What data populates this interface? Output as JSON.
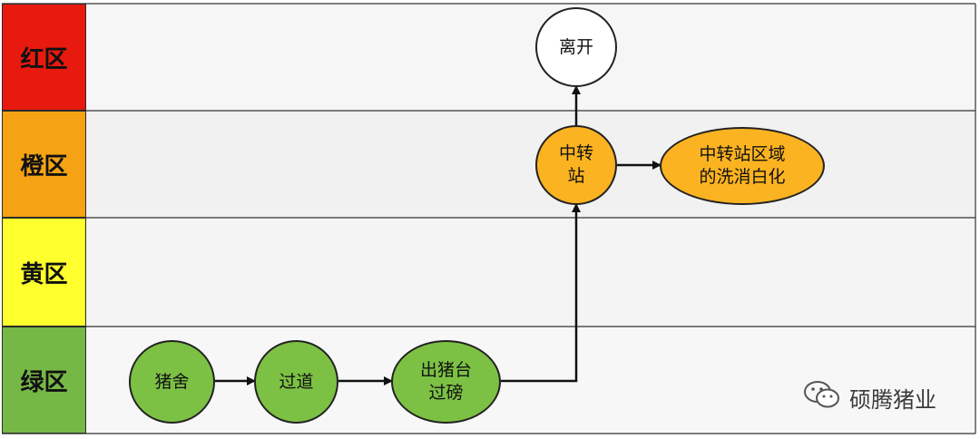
{
  "colors": {
    "red_zone": "#e8190f",
    "orange_zone": "#f5a314",
    "yellow_zone": "#ffff2e",
    "green_zone": "#76b846",
    "node_green": "#7cc144",
    "node_orange": "#fbb321",
    "node_white": "#ffffff"
  },
  "zones": [
    {
      "label": "红区"
    },
    {
      "label": "橙区"
    },
    {
      "label": "黄区"
    },
    {
      "label": "绿区"
    }
  ],
  "nodes": {
    "pig_house": "猪舍",
    "corridor": "过道",
    "loading_scale": "出猪台\n过磅",
    "transfer_station": "中转\n站",
    "station_wash": "中转站区域\n的洗消白化",
    "leave": "离开"
  },
  "watermark": {
    "icon": "wechat-icon",
    "text": "硕腾猪业"
  }
}
